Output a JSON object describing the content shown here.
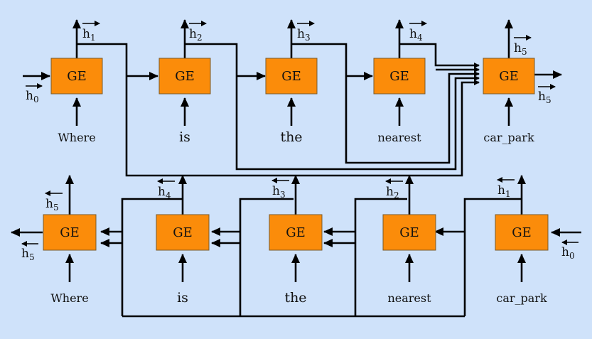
{
  "forward_row": {
    "cells": [
      {
        "label": "GE",
        "input": "Where",
        "output": {
          "base": "h",
          "sub": "1"
        }
      },
      {
        "label": "GE",
        "input": "is",
        "output": {
          "base": "h",
          "sub": "2"
        }
      },
      {
        "label": "GE",
        "input": "the",
        "output": {
          "base": "h",
          "sub": "3"
        }
      },
      {
        "label": "GE",
        "input": "nearest",
        "output": {
          "base": "h",
          "sub": "4"
        }
      },
      {
        "label": "GE",
        "input": "car_park",
        "output": {
          "base": "h",
          "sub": "5"
        }
      }
    ],
    "initial_state": {
      "base": "h",
      "sub": "0"
    },
    "final_state": {
      "base": "h",
      "sub": "5"
    }
  },
  "backward_row": {
    "cells": [
      {
        "label": "GE",
        "input": "Where",
        "output": {
          "base": "h",
          "sub": "5"
        }
      },
      {
        "label": "GE",
        "input": "is",
        "output": {
          "base": "h",
          "sub": "4"
        }
      },
      {
        "label": "GE",
        "input": "the",
        "output": {
          "base": "h",
          "sub": "3"
        }
      },
      {
        "label": "GE",
        "input": "nearest",
        "output": {
          "base": "h",
          "sub": "2"
        }
      },
      {
        "label": "GE",
        "input": "car_park",
        "output": {
          "base": "h",
          "sub": "1"
        }
      }
    ],
    "initial_state": {
      "base": "h",
      "sub": "0"
    },
    "final_state": {
      "base": "h",
      "sub": "5"
    }
  },
  "colors": {
    "background": "#cfe2fa",
    "ge_box": "#fb8c0a",
    "lines": "#000000"
  }
}
